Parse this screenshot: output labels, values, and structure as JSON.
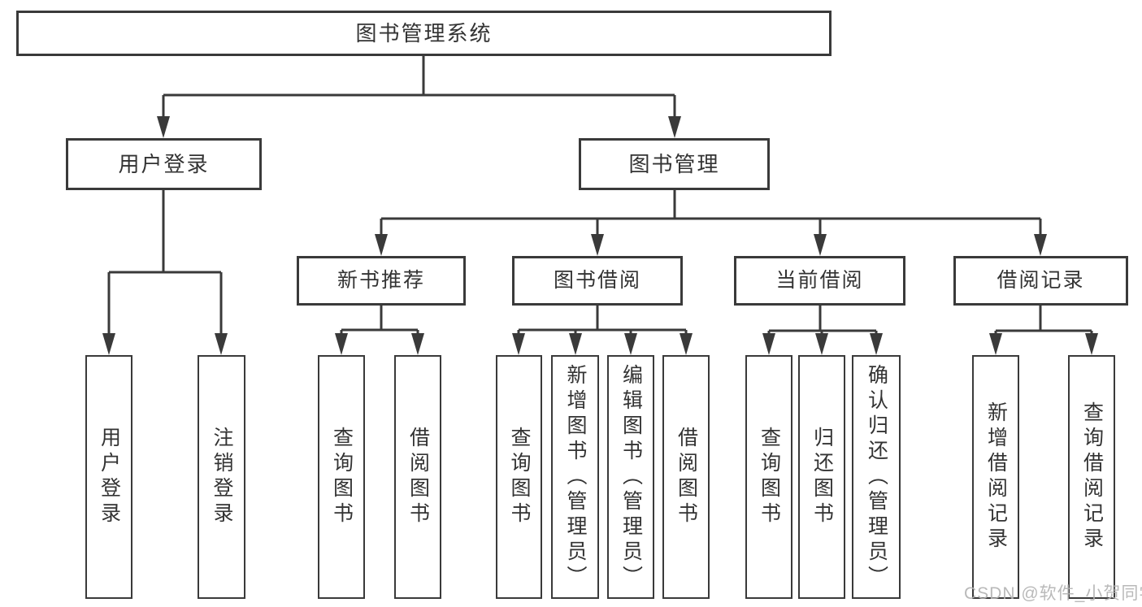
{
  "nodes": {
    "root": "图书管理系统",
    "user_login": "用户登录",
    "book_management": "图书管理",
    "new_book_recommend": "新书推荐",
    "book_borrowing": "图书借阅",
    "current_borrowing": "当前借阅",
    "borrowing_records": "借阅记录",
    "leaf_user_login": "用户登录",
    "leaf_logout": "注销登录",
    "leaf_nb_query_books": "查询图书",
    "leaf_nb_borrow_books": "借阅图书",
    "leaf_bb_query_books": "查询图书",
    "leaf_bb_add_books": "新增图书（管理员）",
    "leaf_bb_edit_books": "编辑图书（管理员）",
    "leaf_bb_borrow_books": "借阅图书",
    "leaf_cb_query_books": "查询图书",
    "leaf_cb_return_books": "归还图书",
    "leaf_cb_confirm_return": "确认归还（管理员）",
    "leaf_br_add_record": "新增借阅记录",
    "leaf_br_query_record": "查询借阅记录"
  },
  "watermark": "CSDN @软件_小贺同学",
  "colors": {
    "line": "#3a3a3a",
    "text": "#333333",
    "watermark": "#b2b2b2",
    "background": "#ffffff"
  }
}
